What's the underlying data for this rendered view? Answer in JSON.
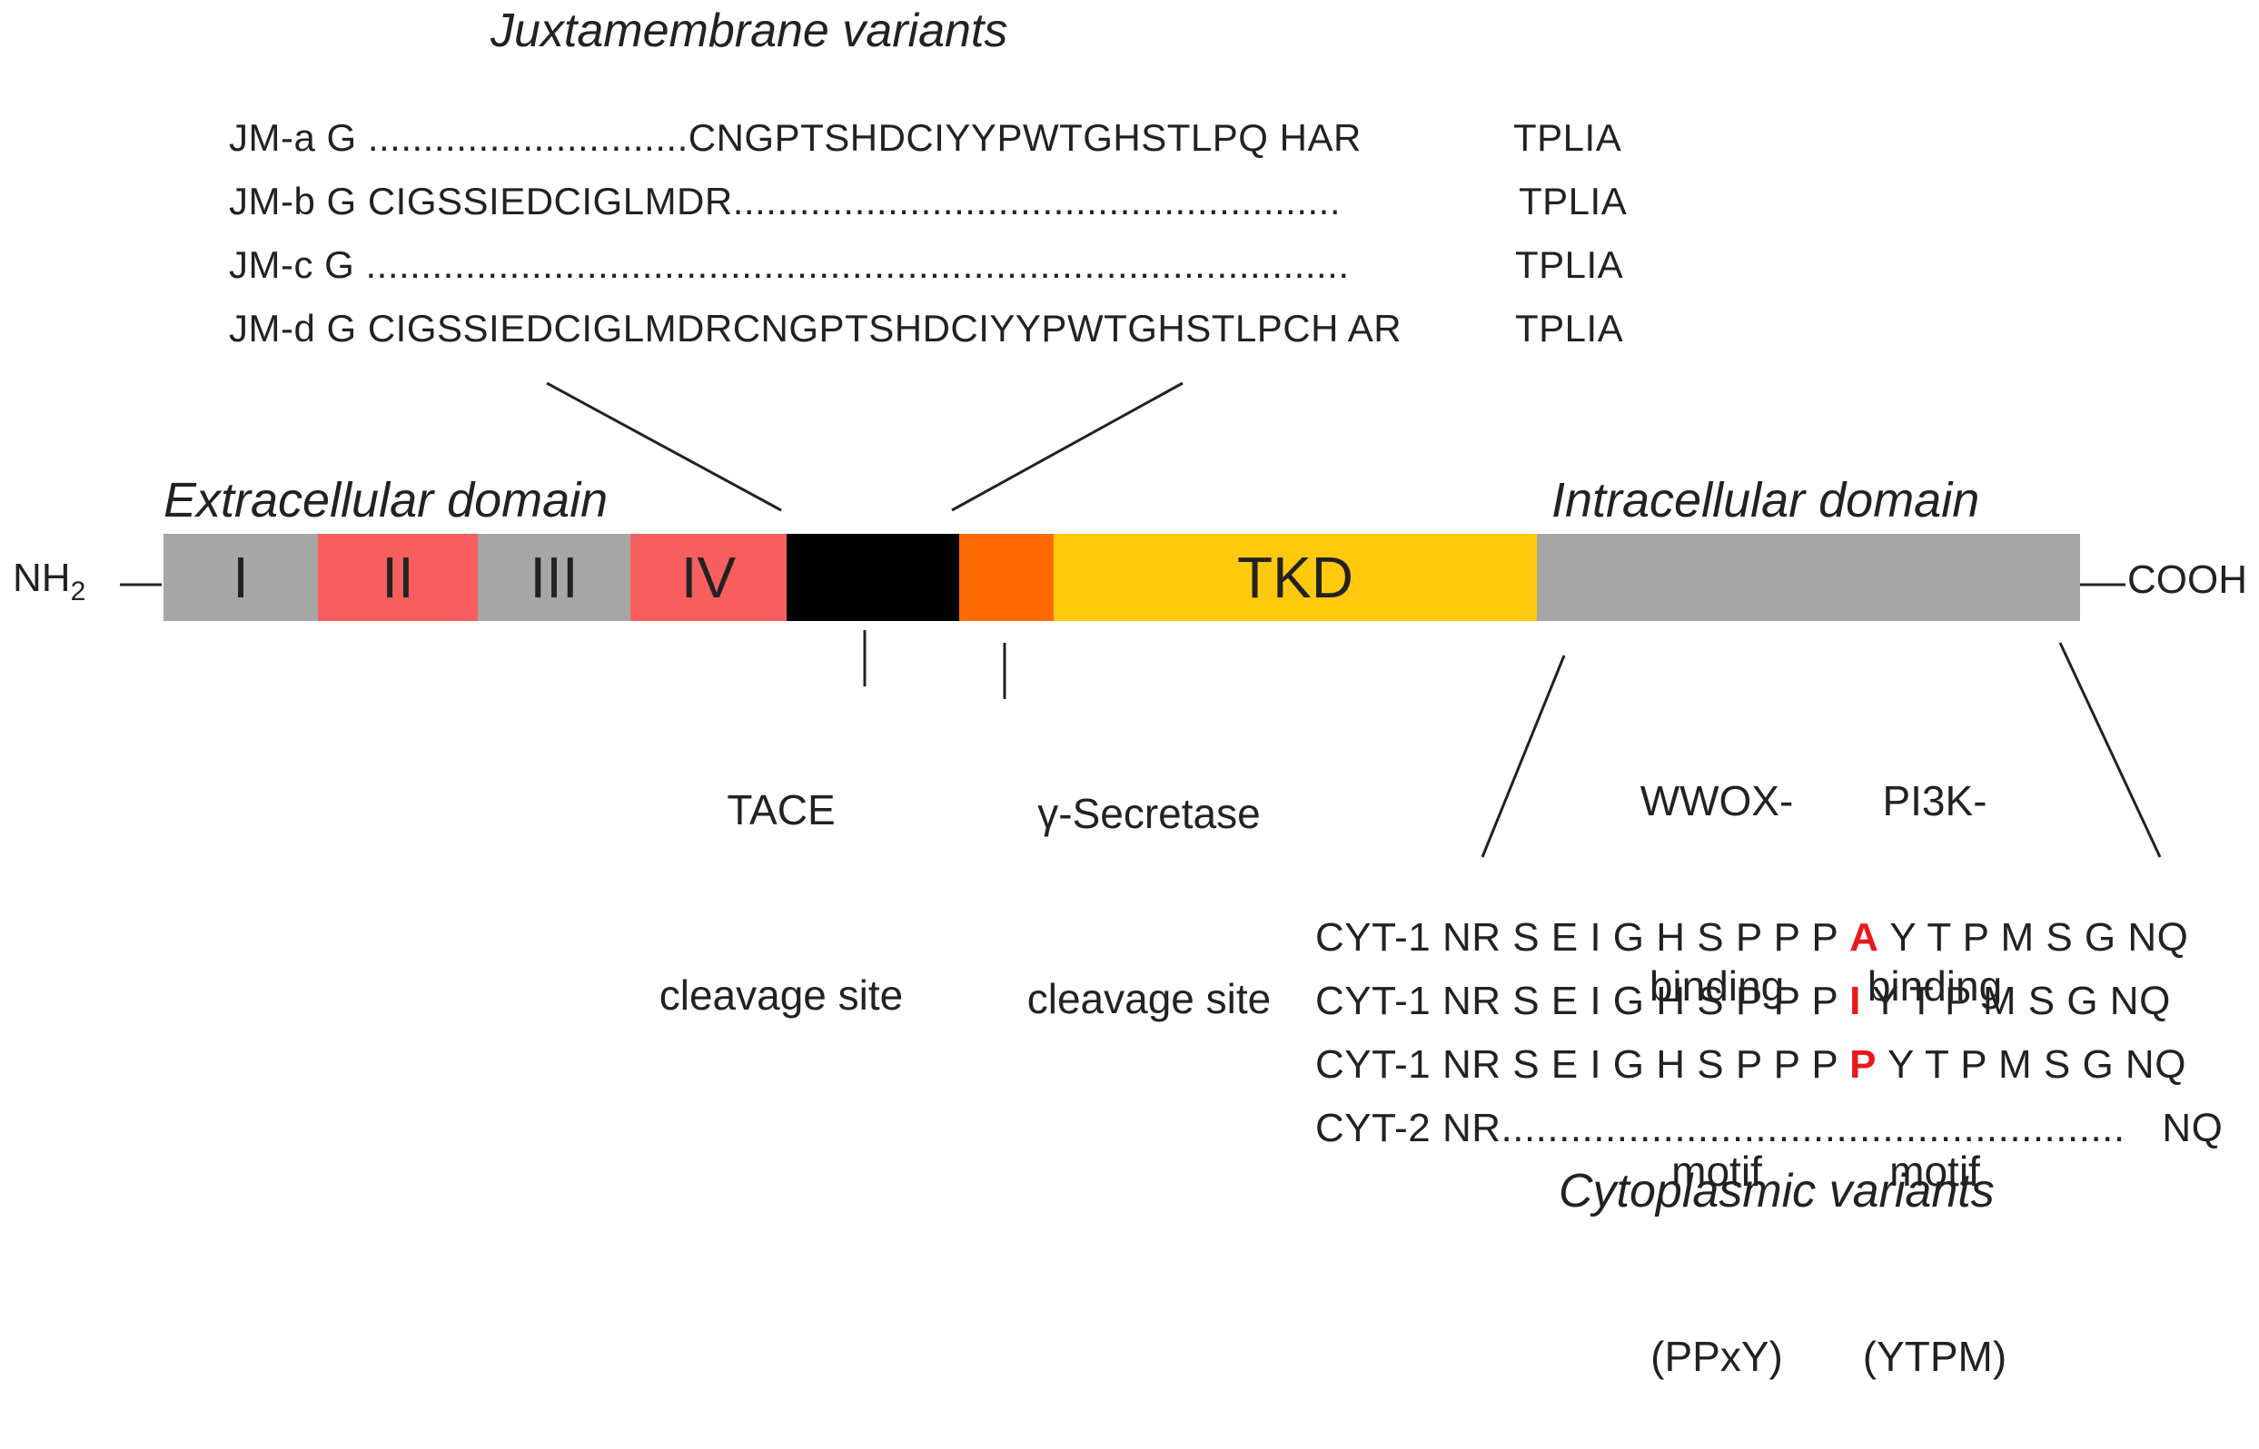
{
  "jm": {
    "title": "Juxtamembrane variants",
    "rows": [
      {
        "text": "JM-a G .............................CNGPTSHDCIYYPWTGHSTLPQ HAR",
        "tail": "TPLIA"
      },
      {
        "text": "JM-b G CIGSSIEDCIGLMDR.......................................................",
        "tail": "TPLIA"
      },
      {
        "text": "JM-c G .........................................................................................",
        "tail": "TPLIA"
      },
      {
        "text": "JM-d G CIGSSIEDCIGLMDRCNGPTSHDCIYYPWTGHSTLPCH AR",
        "tail": "TPLIA"
      }
    ]
  },
  "protein": {
    "extracellular_label": "Extracellular domain",
    "intracellular_label": "Intracellular domain",
    "nh2": "NH",
    "nh2_sub": "2",
    "cooh": "COOH",
    "segments": [
      {
        "label": "I",
        "color": "#a6a6a6"
      },
      {
        "label": "II",
        "color": "#f95e5e"
      },
      {
        "label": "III",
        "color": "#a6a6a6"
      },
      {
        "label": "IV",
        "color": "#f95e5e"
      },
      {
        "label": "",
        "color": "#000000"
      },
      {
        "label": "",
        "color": "#ff6a00"
      },
      {
        "label": "TKD",
        "color": "#ffc90e"
      },
      {
        "label": "",
        "color": "#a6a6a6"
      }
    ]
  },
  "sites": {
    "tace_line1": "TACE",
    "tace_line2": "cleavage site",
    "gamma_line1": "γ-Secretase",
    "gamma_line2": "cleavage site"
  },
  "motifs": {
    "wwox": [
      "WWOX-",
      "binding",
      "motif",
      "(PPxY)"
    ],
    "pi3k": [
      "PI3K-",
      "binding",
      "motif",
      "(YTPM)"
    ]
  },
  "cyt": {
    "title": "Cytoplasmic variants",
    "rows": [
      {
        "name": "CYT-1",
        "pre": "NR S E I G H S P P P",
        "mut": "A",
        "post": "Y T P M S G NQ"
      },
      {
        "name": "CYT-1",
        "pre": "NR S E I G H S P P P",
        "mut": "I",
        "post": "Y T P M S G NQ"
      },
      {
        "name": "CYT-1",
        "pre": "NR S E I G H S P P P",
        "mut": "P",
        "post": "Y T P M S G NQ"
      },
      {
        "name": "CYT-2",
        "pre": "NR......................................................",
        "mut": "",
        "post": "NQ"
      }
    ]
  }
}
